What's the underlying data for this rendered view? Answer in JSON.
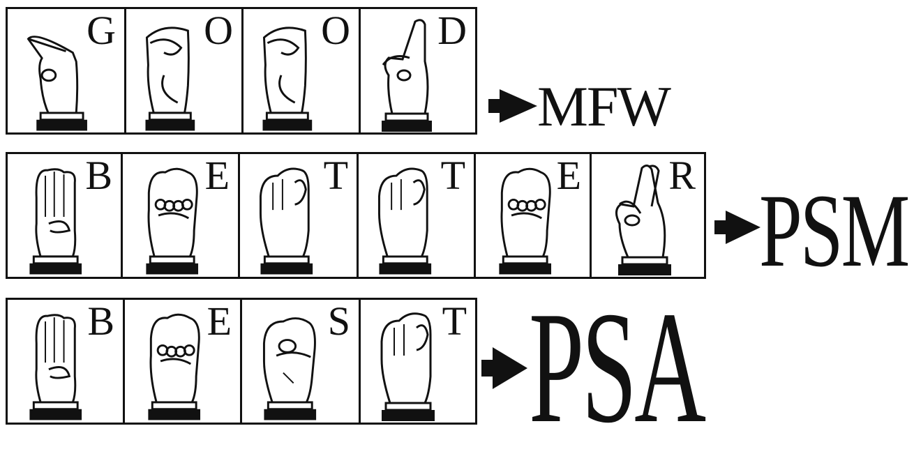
{
  "rows": [
    {
      "letters": [
        "G",
        "O",
        "O",
        "D"
      ],
      "result": "MFW"
    },
    {
      "letters": [
        "B",
        "E",
        "T",
        "T",
        "E",
        "R"
      ],
      "result": "PSM"
    },
    {
      "letters": [
        "B",
        "E",
        "S",
        "T"
      ],
      "result": "PSA"
    }
  ],
  "icons": {
    "hand": "fingerspelling-hand-icon",
    "arrow": "right-arrow-icon"
  }
}
